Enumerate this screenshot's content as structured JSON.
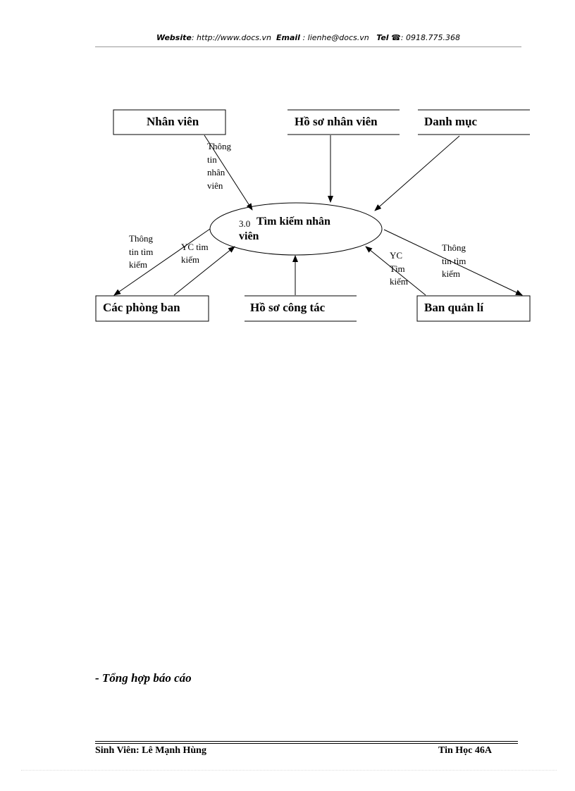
{
  "header": {
    "website_label": "Website",
    "website_value": ": http://www.docs.vn",
    "email_label": "Email",
    "email_value": " : lienhe@docs.vn",
    "tel_label": "Tel",
    "tel_icon": "phone-icon",
    "tel_value": ": 0918.775.368"
  },
  "diagram": {
    "process_number": "3.0",
    "process_line1": "Tìm kiếm nhân",
    "process_line2": "viên",
    "entities": {
      "nhan_vien": "Nhân viên",
      "cac_phong_ban": "Các phòng ban",
      "ban_quan_li": "Ban quản lí"
    },
    "stores": {
      "ho_so_nhan_vien": "Hồ sơ nhân viên",
      "danh_muc": "Danh mục",
      "ho_so_cong_tac": "Hồ sơ công tác"
    },
    "flows": {
      "nv_line1": "Thông",
      "nv_line2": "tin",
      "nv_line3": "nhân",
      "nv_line4": "viên",
      "pb_out_line1": "Thông",
      "pb_out_line2": "tin tìm",
      "pb_out_line3": "kiếm",
      "pb_in_line1": "YC tìm",
      "pb_in_line2": "kiếm",
      "bq_in_line1": "YC",
      "bq_in_line2": "Tìm",
      "bq_in_line3": "kiếm",
      "bq_out_line1": "Thông",
      "bq_out_line2": "tin tìm",
      "bq_out_line3": "kiếm"
    }
  },
  "section_heading": "- Tổng hợp báo cáo",
  "footer": {
    "student": "Sinh Viên:  Lê Mạnh Hùng",
    "class": "Tin  Học 46A"
  }
}
